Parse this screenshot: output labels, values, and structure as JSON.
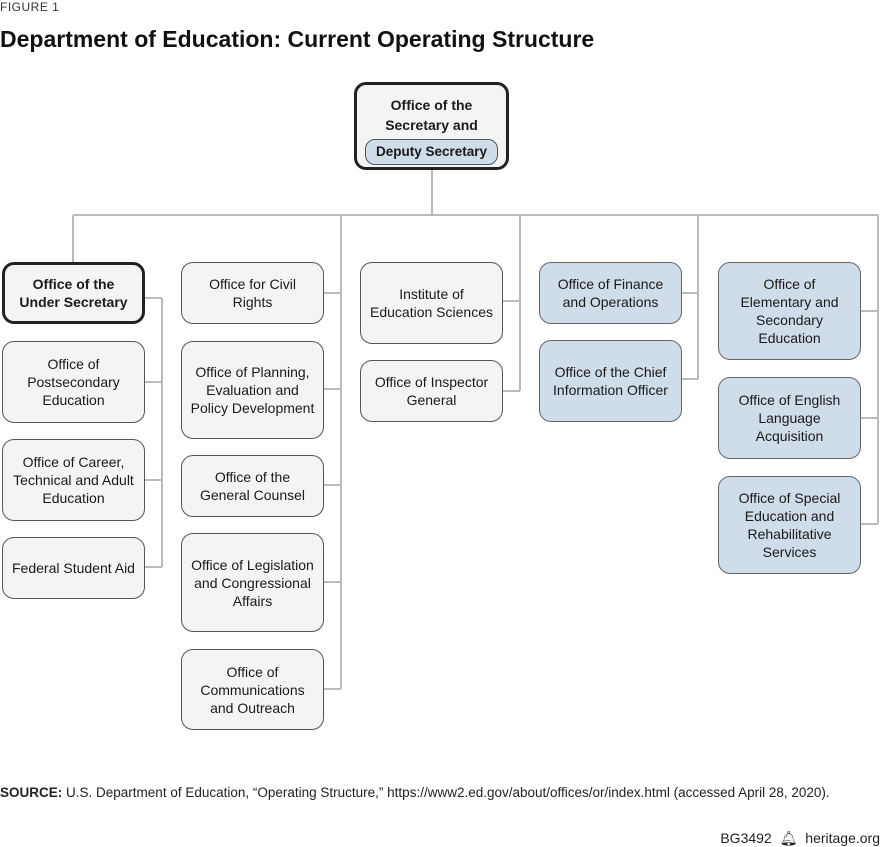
{
  "figure_label": "FIGURE 1",
  "title": "Department of Education: Current Operating Structure",
  "top": {
    "line1": "Office of the",
    "line2": "Secretary and",
    "deputy": "Deputy Secretary"
  },
  "columns": [
    {
      "boxes": [
        {
          "label": "Office of the Under Secretary",
          "style": "bold"
        },
        {
          "label": "Office of Postsecondary Education",
          "style": "gray"
        },
        {
          "label": "Office of Career, Technical and Adult Education",
          "style": "gray"
        },
        {
          "label": "Federal Student Aid",
          "style": "gray"
        }
      ]
    },
    {
      "boxes": [
        {
          "label": "Office for Civil Rights",
          "style": "gray"
        },
        {
          "label": "Office of Planning, Evaluation and Policy Development",
          "style": "gray"
        },
        {
          "label": "Office of the General Counsel",
          "style": "gray"
        },
        {
          "label": "Office of Legislation and Congressional Affairs",
          "style": "gray"
        },
        {
          "label": "Office of Communications and Outreach",
          "style": "gray"
        }
      ]
    },
    {
      "boxes": [
        {
          "label": "Institute of Education Sciences",
          "style": "gray"
        },
        {
          "label": "Office of Inspector General",
          "style": "gray"
        }
      ]
    },
    {
      "boxes": [
        {
          "label": "Office of Finance and Operations",
          "style": "blue"
        },
        {
          "label": "Office of the Chief Information Officer",
          "style": "blue"
        }
      ]
    },
    {
      "boxes": [
        {
          "label": "Office of Elementary and Secondary Education",
          "style": "blue"
        },
        {
          "label": "Office of English Language Acquisition",
          "style": "blue"
        },
        {
          "label": "Office of Special Education and Rehabilitative Services",
          "style": "blue"
        }
      ]
    }
  ],
  "colors": {
    "blue_fill": "#cfdcea",
    "gray_fill": "#f4f4f4",
    "line": "#bbbbbb"
  },
  "source": {
    "label": "SOURCE:",
    "text": "U.S. Department of Education, “Operating Structure,” https://www2.ed.gov/about/offices/or/index.html (accessed April 28, 2020)."
  },
  "footer": {
    "code": "BG3492",
    "icon": "bell-icon",
    "site": "heritage.org"
  }
}
